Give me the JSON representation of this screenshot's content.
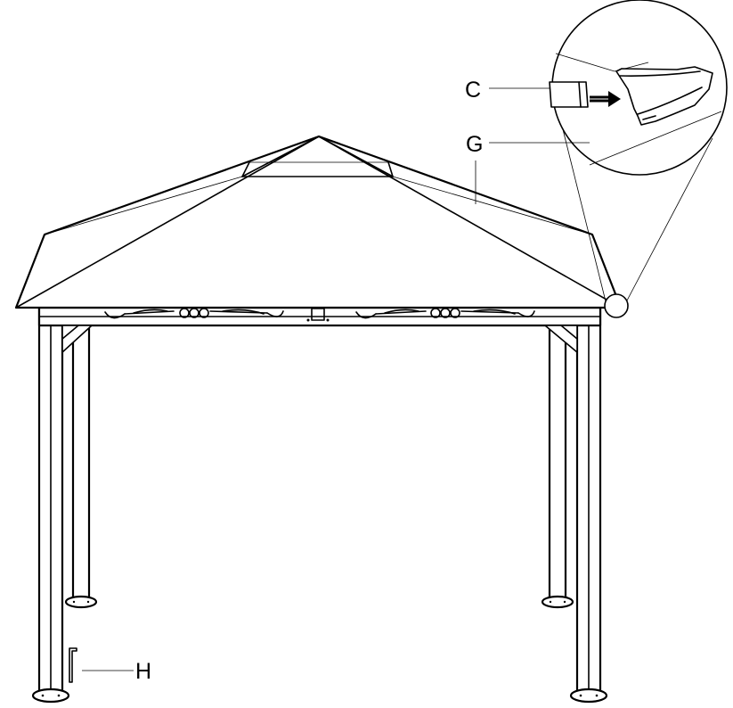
{
  "callouts": {
    "c": "C",
    "g": "G",
    "h": "H"
  },
  "colors": {
    "line": "#000000",
    "background": "#ffffff"
  }
}
